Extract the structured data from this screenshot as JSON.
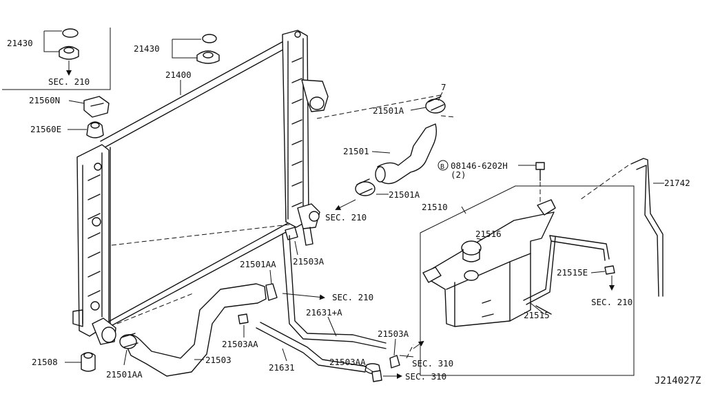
{
  "labels": {
    "p21430_inset": "21430",
    "sec210_inset": "SEC. 210",
    "p21430": "21430",
    "p21400": "21400",
    "p21560N": "21560N",
    "p21560E": "21560E",
    "p21501A_top": "21501A",
    "p7": "7",
    "p21501": "21501",
    "bolt": "08146-6202H",
    "bolt_b": "B",
    "bolt_qty": "(2)",
    "p21742": "21742",
    "p21501A_mid": "21501A",
    "sec210_upper": "SEC. 210",
    "p21510": "21510",
    "p21516": "21516",
    "p21503A_mid": "21503A",
    "p21501AA_mid": "21501AA",
    "sec210_lower": "SEC. 210",
    "p21515E": "21515E",
    "p21631A": "21631+A",
    "sec210_tank": "SEC. 210",
    "p21515": "21515",
    "p21503AA_mid": "21503AA",
    "p21503A_low": "21503A",
    "p21503": "21503",
    "p21508": "21508",
    "p21631": "21631",
    "p21503AA_low": "21503AA",
    "sec310_a": "SEC. 310",
    "sec310_b": "SEC. 310",
    "p21501AA_low": "21501AA",
    "diagram_id": "J214027Z"
  }
}
